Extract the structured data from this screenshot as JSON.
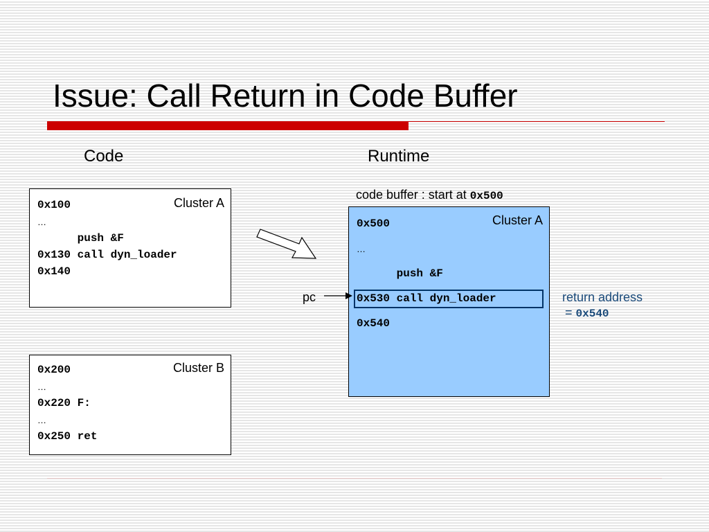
{
  "slide": {
    "title": "Issue: Call Return in Code Buffer"
  },
  "headings": {
    "code": "Code",
    "runtime": "Runtime"
  },
  "code_buffer_label": {
    "prefix": "code buffer : start at ",
    "address": "0x500"
  },
  "cluster_a": {
    "label": "Cluster A",
    "lines": [
      "0x100",
      "…",
      "      push &F",
      "0x130 call dyn_loader",
      "0x140"
    ]
  },
  "cluster_b": {
    "label": "Cluster B",
    "lines": [
      "0x200",
      "…",
      "0x220 F:",
      "…",
      "0x250 ret"
    ]
  },
  "runtime_cluster": {
    "label": "Cluster A",
    "lines": [
      "0x500",
      "…",
      "      push &F",
      "0x530 call dyn_loader",
      "0x540"
    ]
  },
  "pc_label": "pc",
  "return_address": {
    "line1": "return address",
    "prefix": " = ",
    "value": "0x540"
  },
  "colors": {
    "accent_red": "#cc0000",
    "runtime_fill": "#99ccff",
    "annotation_blue": "#1a4a7a"
  },
  "icons": {
    "transform_arrow": "block-arrow-right-down",
    "pc_pointer": "arrow-right"
  }
}
